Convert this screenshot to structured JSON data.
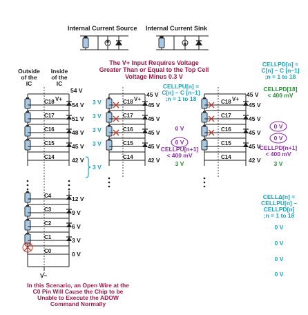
{
  "legend": {
    "source_label": "Internal Current Source",
    "sink_label": "Internal Current Sink"
  },
  "headline": {
    "line1": "The V+ Input Requires Voltage",
    "line2": "Greater Than or Equal to the Top Cell",
    "line3": "Voltage Minus 0.3 V"
  },
  "left_circuit": {
    "outside_label_1": "Outside",
    "outside_label_2": "of the",
    "outside_label_3": "IC",
    "inside_label_1": "Inside",
    "inside_label_2": "of the",
    "inside_label_3": "IC",
    "top_voltage": "54 V",
    "vplus": "V+",
    "vminus": "V−",
    "top_cells": [
      {
        "pin": "C18",
        "voltage": "54 V"
      },
      {
        "pin": "C17",
        "voltage": "51 V"
      },
      {
        "pin": "C16",
        "voltage": "48 V"
      },
      {
        "pin": "C15",
        "voltage": "45 V"
      },
      {
        "pin": "C14",
        "voltage": "42 V"
      }
    ],
    "bottom_cells": [
      {
        "pin": "C4",
        "voltage": "12 V"
      },
      {
        "pin": "C3",
        "voltage": "9 V"
      },
      {
        "pin": "C2",
        "voltage": "6 V"
      },
      {
        "pin": "C1",
        "voltage": "3 V"
      },
      {
        "pin": "C0",
        "voltage": "0 V"
      }
    ],
    "bracket_label": "3 V"
  },
  "middle_circuit": {
    "top_voltage": "45 V",
    "vplus": "V+",
    "cells": [
      {
        "pin": "C18",
        "voltage": "45 V",
        "cell_v": "3 V"
      },
      {
        "pin": "C17",
        "voltage": "45 V",
        "cell_v": "3 V"
      },
      {
        "pin": "C16",
        "voltage": "45 V",
        "cell_v": "3 V"
      },
      {
        "pin": "C15",
        "voltage": "45 V",
        "cell_v": "3 V"
      },
      {
        "pin": "C14",
        "voltage": "42 V",
        "cell_v": ""
      }
    ],
    "formula_1": "CELLPU[n] =",
    "formula_2": "C[n] – C [n–1]",
    "formula_3": ";n = 1 to 18",
    "results": [
      "0 V",
      "0 V",
      "3 V"
    ],
    "note_1": "CELLPU[n+1]",
    "note_2": "< 400 mV"
  },
  "right_circuit": {
    "top_voltage": "45 V",
    "vplus": "V+",
    "cells": [
      {
        "pin": "C18",
        "voltage": "45 V"
      },
      {
        "pin": "C17",
        "voltage": "45 V"
      },
      {
        "pin": "C16",
        "voltage": "45 V"
      },
      {
        "pin": "C15",
        "voltage": "45 V"
      },
      {
        "pin": "C14",
        "voltage": "42 V"
      }
    ],
    "formula_1": "CELLPD[n] =",
    "formula_2": "C[n] – C [n–1]",
    "formula_3": ";n = 1 to 18",
    "pd18_1": "CELLPD[18]",
    "pd18_2": "< 400 mV",
    "results": [
      "0 V",
      "0 V",
      "3 V"
    ],
    "note_1": "CELLPD[n+1]",
    "note_2": "< 400 mV"
  },
  "delta": {
    "line1": "CELLΔ[n] =",
    "line2": "CELLPU[n] –",
    "line3": "CELLPD[n]",
    "line4": ";n = 1 to 18",
    "values": [
      "0 V",
      "0 V",
      "0 V",
      "0 V"
    ]
  },
  "footer": {
    "line1": "In this Scenario, an Open Wire at the",
    "line2": "C0 Pin Will Cause the Chip to be",
    "line3": "Unable to Execute the ADOW",
    "line4": "Command Normally"
  },
  "colors": {
    "ink": "#1a1a1a",
    "headline": "#9b1b46",
    "teal": "#1aa3b8",
    "purple": "#8e2fa8",
    "green": "#2e8b3a",
    "red": "#c0392b",
    "cell_fill": "#a8c9e6",
    "cell_stroke": "#2a2a2a"
  },
  "icons": [
    "current-source-icon",
    "current-sink-icon",
    "battery-cell-icon",
    "diode-icon",
    "open-wire-x-icon",
    "ellipsis-icon"
  ]
}
